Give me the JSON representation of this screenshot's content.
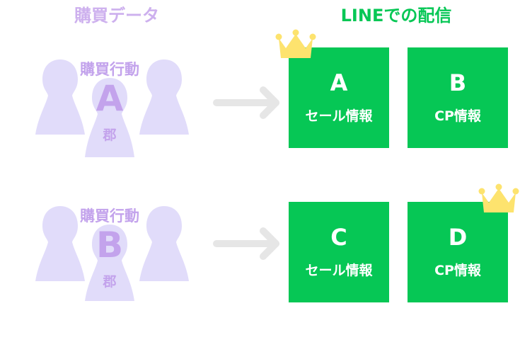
{
  "headers": {
    "left": "購買データ",
    "right": "LINEでの配信"
  },
  "groups": [
    {
      "title": "購買行動",
      "letter": "A",
      "suffix": "郡"
    },
    {
      "title": "購買行動",
      "letter": "B",
      "suffix": "郡"
    }
  ],
  "cards": [
    {
      "letter": "A",
      "text": "セール情報",
      "crown": true
    },
    {
      "letter": "B",
      "text": "CP情報",
      "crown": false
    },
    {
      "letter": "C",
      "text": "セール情報",
      "crown": false
    },
    {
      "letter": "D",
      "text": "CP情報",
      "crown": true
    }
  ],
  "colors": {
    "card": "#06c755",
    "figure": "#e1dcfa",
    "header_left": "#cdb0ee",
    "group_text": "#c3a3ec",
    "arrow": "#e6e6e6",
    "crown": "#fde36e"
  },
  "icons": {
    "figure": "person-silhouette-icon",
    "arrow": "arrow-right-icon",
    "crown": "crown-icon"
  }
}
